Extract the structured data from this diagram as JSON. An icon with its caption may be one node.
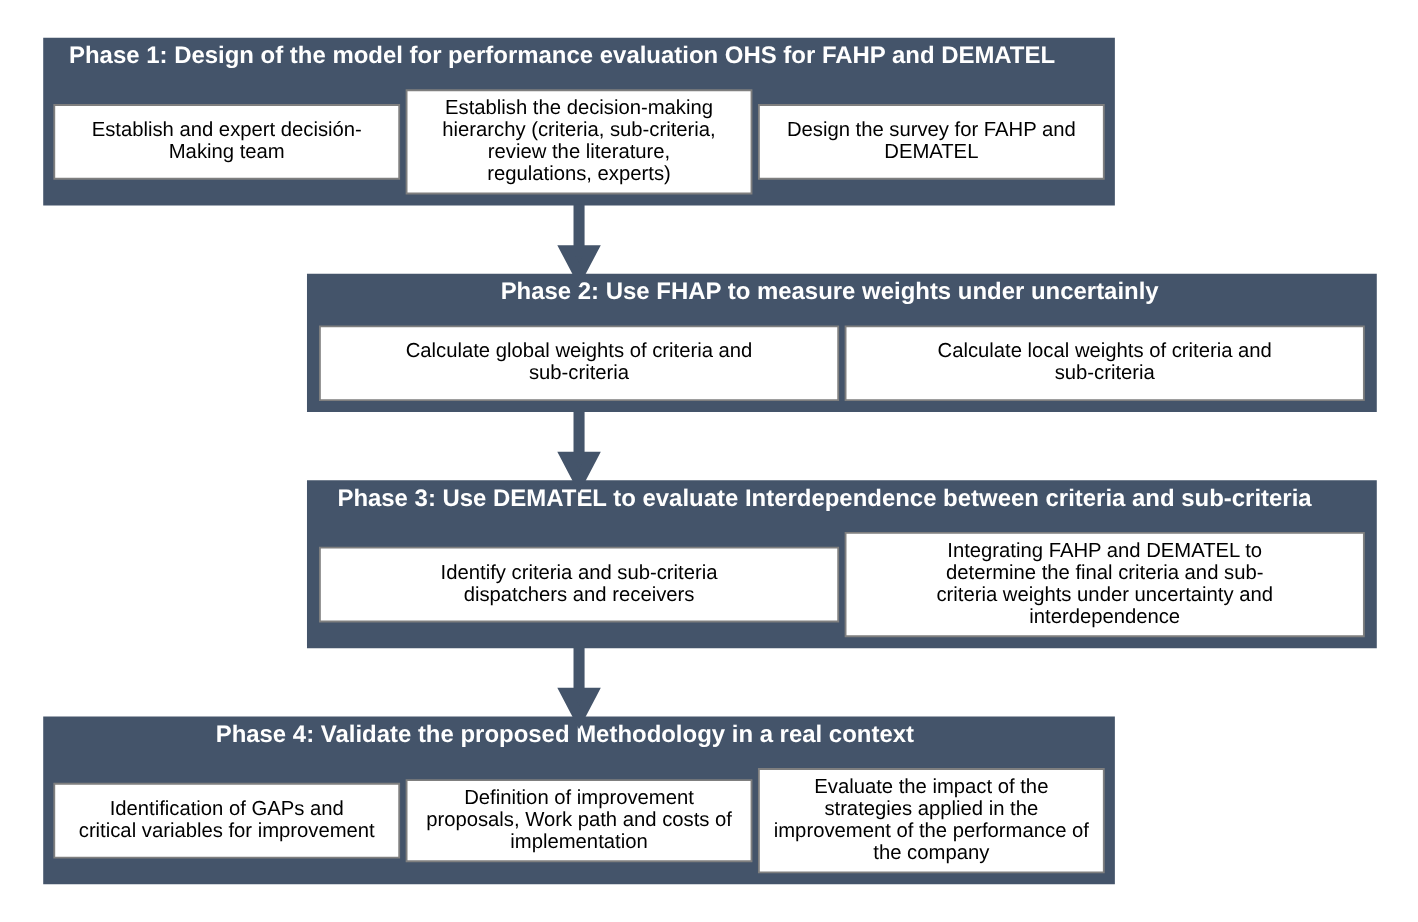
{
  "diagram": {
    "nodes": [
      {
        "text": [
          "Phase 1: Design of the model for performance evaluation OHS for FAHP and DEMATEL"
        ]
      },
      {
        "text": [
          "Establish and expert decisión-Making team"
        ],
        "in": 0
      },
      {
        "text": [
          "Establish the decision-making hierarchy (criteria, sub-criteria, review the literature, regulations, experts)"
        ],
        "in": 0
      },
      {
        "text": [
          "Design the survey for FAHP and DEMATEL"
        ],
        "in": 0
      },
      {
        "text": [
          "Phase 2: Use FHAP to measure weights under uncertainly"
        ]
      },
      {
        "text": [
          "Calculate global weights of criteria and sub-criteria"
        ],
        "in": 4
      },
      {
        "text": [
          "Calculate local weights of criteria and sub-criteria"
        ],
        "in": 4
      },
      {
        "text": [
          "Phase 3: Use DEMATEL to evaluate Interdependence between criteria and sub-criteria"
        ]
      },
      {
        "text": [
          "Identify criteria and sub-criteria dispatchers and receivers"
        ],
        "in": 7
      },
      {
        "text": [
          "Integrating FAHP and DEMATEL to determine the final criteria and sub-criteria weights under uncertainty and interdependence"
        ],
        "in": 7
      },
      {
        "text": [
          "Phase 4: Validate the proposed Methodology in a real context"
        ]
      },
      {
        "text": [
          "Identification of GAPs and critical variables for improvement"
        ],
        "in": 10
      },
      {
        "text": [
          "Definition of improvement proposals, Work path and costs of implementation"
        ],
        "in": 10
      },
      {
        "text": [
          "Evaluate the impact of the strategies applied in the improvement of the performance of the company"
        ],
        "in": 10
      }
    ],
    "edges": [
      {
        "from": 0,
        "to": 4,
        "arrow": "to"
      },
      {
        "from": 4,
        "to": 7,
        "arrow": "to"
      },
      {
        "from": 7,
        "to": 10,
        "arrow": "to"
      }
    ]
  }
}
